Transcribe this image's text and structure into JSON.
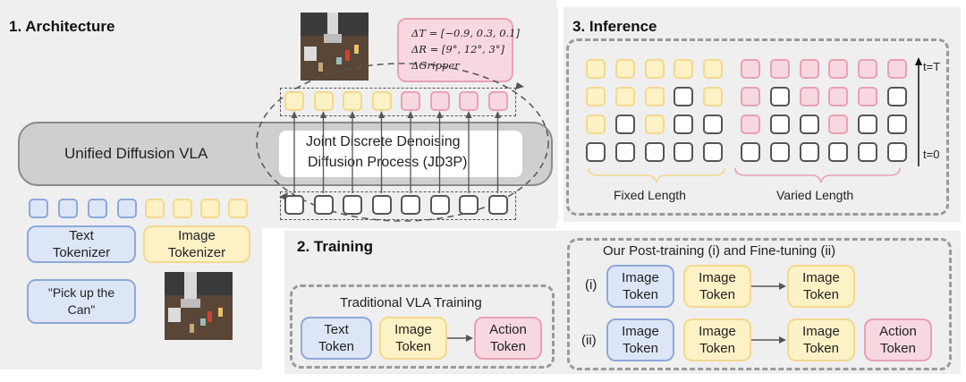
{
  "architecture": {
    "title": "1. Architecture",
    "main_block_label": "Unified Diffusion VLA",
    "jd3p_label_line1": "Joint Discrete Denoising",
    "jd3p_label_line2": "Diffusion Process (JD3P)",
    "action_annotation": {
      "delta_t": "ΔT = [−0.9, 0.3, 0.1]",
      "delta_r": "ΔR = [9°, 12°, 3°]",
      "delta_gripper": "ΔGripper"
    },
    "text_tokenizer_label": "Text\nTokenizer",
    "image_tokenizer_label": "Image\nTokenizer",
    "instruction_text": "\"Pick up the\nCan\"",
    "output_tokens": [
      "yellow",
      "yellow",
      "yellow",
      "yellow",
      "pink",
      "pink",
      "pink",
      "pink"
    ],
    "input_token_count": 8,
    "text_token_count": 4,
    "image_token_count": 4
  },
  "inference": {
    "title": "3. Inference",
    "top_label": "t=T",
    "bottom_label": "t=0",
    "fixed_length_label": "Fixed Length",
    "varied_length_label": "Varied Length",
    "grid": [
      [
        "yellow",
        "yellow",
        "yellow",
        "yellow",
        "yellow",
        "pink",
        "pink",
        "pink",
        "pink",
        "pink",
        "pink"
      ],
      [
        "yellow",
        "yellow",
        "yellow",
        "empty",
        "yellow",
        "pink",
        "empty",
        "pink",
        "pink",
        "pink",
        "empty"
      ],
      [
        "yellow",
        "empty",
        "yellow",
        "empty",
        "empty",
        "pink",
        "empty",
        "empty",
        "pink",
        "empty",
        "empty"
      ],
      [
        "empty",
        "empty",
        "empty",
        "empty",
        "empty",
        "empty",
        "empty",
        "empty",
        "empty",
        "empty",
        "empty"
      ]
    ]
  },
  "training": {
    "title": "2. Training",
    "traditional": {
      "title": "Traditional VLA Training",
      "tokens": [
        "Text\nToken",
        "Image\nToken",
        "Action\nToken"
      ]
    },
    "ours": {
      "title": "Our Post-training (i) and Fine-tuning (ii)",
      "row_i_label": "(i)",
      "row_ii_label": "(ii)",
      "row_i": [
        "Image\nToken",
        "Image\nToken",
        "Image\nToken"
      ],
      "row_ii": [
        "Image\nToken",
        "Image\nToken",
        "Image\nToken",
        "Action\nToken"
      ]
    }
  },
  "colors": {
    "text_token": "#dde6f7",
    "image_token": "#fdf1c6",
    "action_token": "#f8d8e0",
    "panel_bg": "#efefef"
  }
}
